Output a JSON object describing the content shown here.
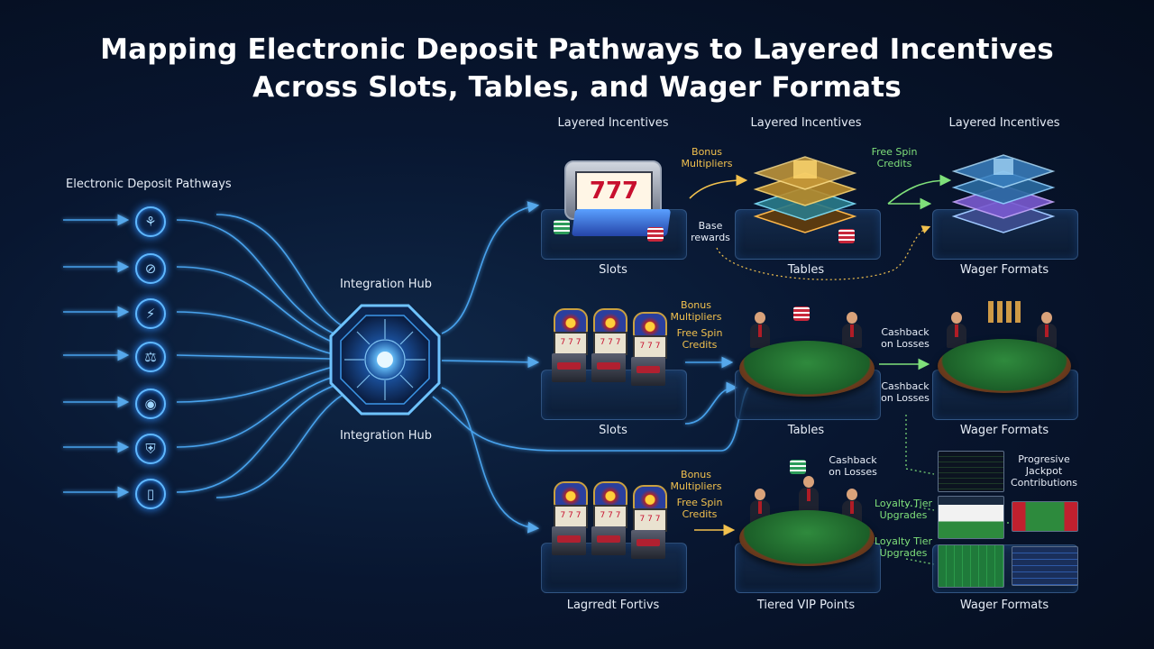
{
  "title": {
    "line1": "Mapping Electronic Deposit Pathways to Layered Incentives",
    "line2": "Across Slots, Tables, and Wager Formats"
  },
  "left": {
    "header": "Electronic Deposit Pathways",
    "icons": [
      "shield-icon",
      "no-cash-icon",
      "bolt-icon",
      "bank-icon",
      "coin-icon",
      "wallet-shield-icon",
      "phone-icon"
    ]
  },
  "hub": {
    "label_top": "Integration Hub",
    "label_bottom": "Integration Hub"
  },
  "columns": {
    "col1_header": "Layered Incentives",
    "col2_header": "Layered Incentives",
    "col3_header": "Layered Incentives"
  },
  "row1": {
    "labels": [
      "Slots",
      "Tables",
      "Wager Formats"
    ],
    "note_bonus": "Bonus\nMultipliers",
    "note_base": "Base\nrewards",
    "note_freespin": "Free Spin\nCredits",
    "reels": "777"
  },
  "row2": {
    "labels": [
      "Slots",
      "Tables",
      "Wager Formats"
    ],
    "note_bonus": "Bonus\nMultipliers",
    "note_freespin": "Free Spin\nCredits",
    "note_cashback1": "Cashback\non Losses",
    "note_cashback2": "Cashback\non Losses"
  },
  "row3": {
    "labels": [
      "Lagrredt Fortivs",
      "Tiered VIP Points",
      "Wager Formats"
    ],
    "note_bonus": "Bonus\nMultipliers",
    "note_freespin": "Free Spin\nCredits",
    "note_cashback": "Cashback\non Losses",
    "note_loyalty1": "Loyalty Tier\nUpgrades",
    "note_loyalty2": "Loyalty Tier\nUpgrades",
    "note_progressive": "Progresive\nJackpot\nContributions"
  },
  "colors": {
    "wire": "#4fb0ff",
    "gold": "#f2c14e",
    "green": "#7fe07a",
    "panel_border": "#6eaaf0"
  }
}
